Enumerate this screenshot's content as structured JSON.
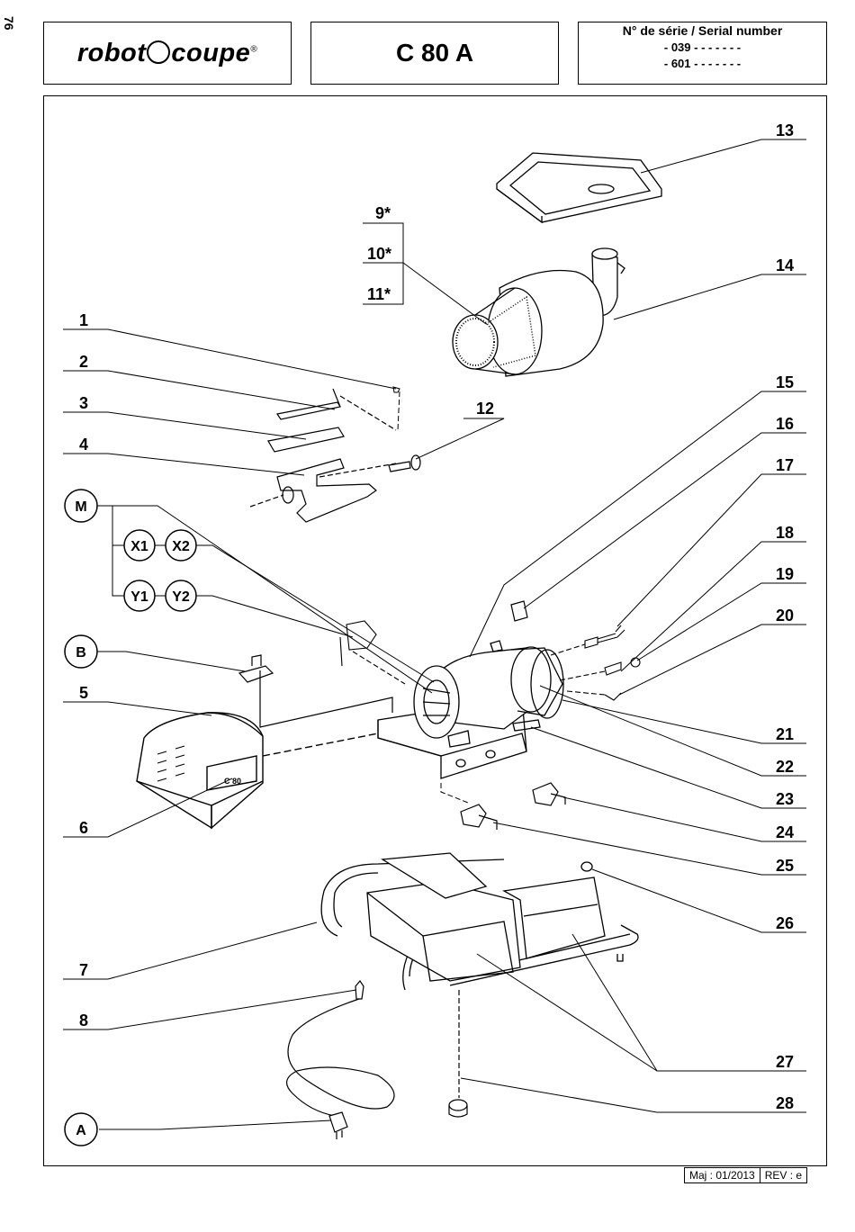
{
  "page_number": "76",
  "header": {
    "logo_part1": "robot",
    "logo_part2": "coupe",
    "logo_reg": "®",
    "model": "C 80 A",
    "serial_title": "N° de série / Serial number",
    "serial_lines": [
      "- 039 - - - - -   - -",
      "- 601 - - - - -   - -"
    ]
  },
  "labels": {
    "l1": "1",
    "l2": "2",
    "l3": "3",
    "l4": "4",
    "l5": "5",
    "l6": "6",
    "l7": "7",
    "l8": "8",
    "l9": "9*",
    "l10": "10*",
    "l11": "11*",
    "l12": "12",
    "l13": "13",
    "l14": "14",
    "l15": "15",
    "l16": "16",
    "l17": "17",
    "l18": "18",
    "l19": "19",
    "l20": "20",
    "l21": "21",
    "l22": "22",
    "l23": "23",
    "l24": "24",
    "l25": "25",
    "l26": "26",
    "l27": "27",
    "l28": "28"
  },
  "circle_labels": {
    "M": "M",
    "X1": "X1",
    "X2": "X2",
    "Y1": "Y1",
    "Y2": "Y2",
    "B": "B",
    "A": "A"
  },
  "cover_plate_text": "C 80",
  "footer": {
    "maj": "Maj : 01/2013",
    "rev": "REV : e"
  }
}
